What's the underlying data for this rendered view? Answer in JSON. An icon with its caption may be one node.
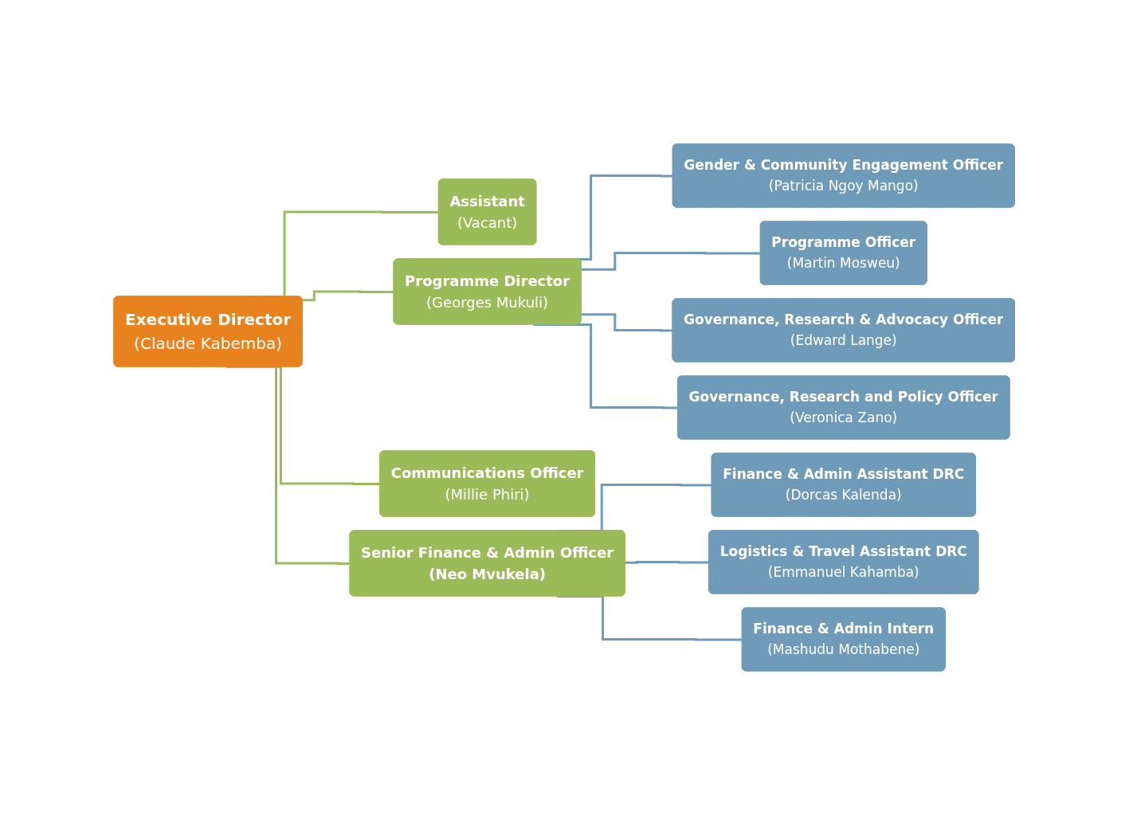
{
  "diagram": {
    "nodes": [
      {
        "text": [
          "Executive Director",
          "(Claude Kabemba)"
        ]
      },
      {
        "text": [
          "Assistant",
          "(Vacant)"
        ]
      },
      {
        "text": [
          "Programme Director",
          "(Georges Mukuli)"
        ]
      },
      {
        "text": [
          "Communications Officer",
          "(Millie Phiri)"
        ]
      },
      {
        "text": [
          "Senior Finance & Admin Officer",
          "(Neo Mvukela)"
        ]
      },
      {
        "text": [
          "Gender & Community Engagement Officer",
          "(Patricia Ngoy Mango)"
        ]
      },
      {
        "text": [
          "Programme Officer",
          "(Martin Mosweu)"
        ]
      },
      {
        "text": [
          "Governance, Research & Advocacy Officer",
          "(Edward Lange)"
        ]
      },
      {
        "text": [
          "Governance, Research and Policy Officer",
          "(Veronica Zano)"
        ]
      },
      {
        "text": [
          "Finance & Admin Assistant DRC",
          "(Dorcas Kalenda)"
        ]
      },
      {
        "text": [
          "Logistics & Travel Assistant DRC",
          "(Emmanuel Kahamba)"
        ]
      },
      {
        "text": [
          "Finance & Admin Intern",
          "(Mashudu Mothabene)"
        ]
      }
    ],
    "edges": [
      {
        "from": 0,
        "to": 1,
        "arrow": "none",
        "color": "#9bbb59"
      },
      {
        "from": 0,
        "to": 2,
        "arrow": "none",
        "color": "#9bbb59"
      },
      {
        "from": 0,
        "to": 3,
        "arrow": "none",
        "color": "#9bbb59"
      },
      {
        "from": 0,
        "to": 4,
        "arrow": "none",
        "color": "#9bbb59"
      },
      {
        "from": 2,
        "to": 5,
        "arrow": "none"
      },
      {
        "from": 2,
        "to": 6,
        "arrow": "none"
      },
      {
        "from": 2,
        "to": 7,
        "arrow": "none"
      },
      {
        "from": 2,
        "to": 8,
        "arrow": "none"
      },
      {
        "from": 4,
        "to": 9,
        "arrow": "none"
      },
      {
        "from": 4,
        "to": 10,
        "arrow": "none"
      },
      {
        "from": 4,
        "to": 11,
        "arrow": "none"
      }
    ]
  }
}
